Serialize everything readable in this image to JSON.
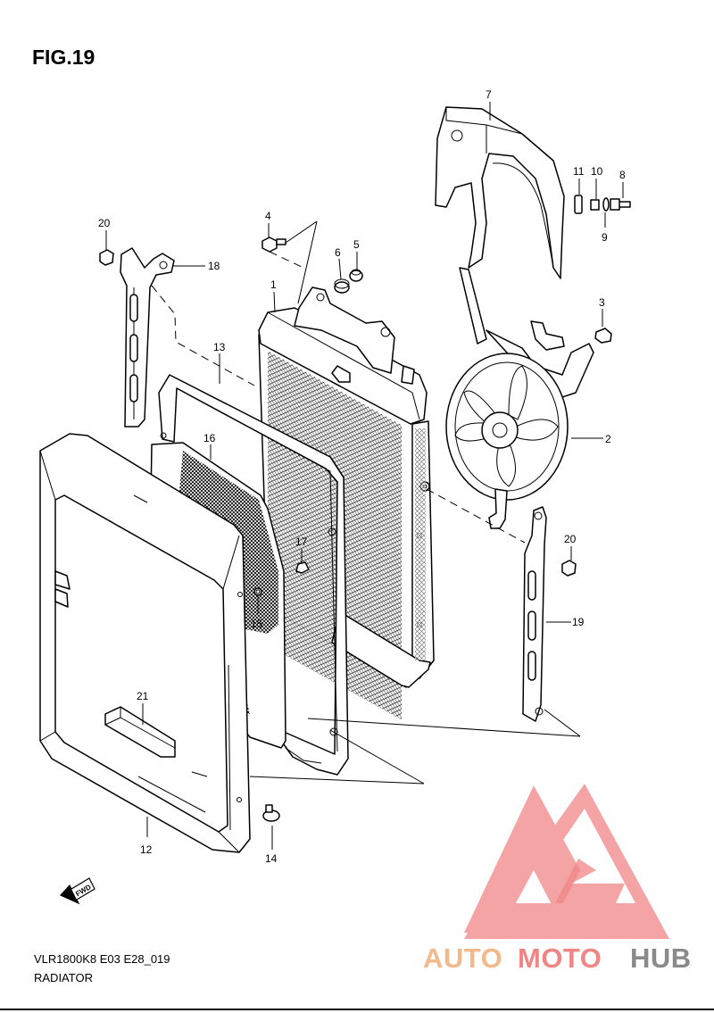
{
  "figure_title": "FIG.19",
  "model_code": "VLR1800K8 E03 E28_019",
  "section_name": "RADIATOR",
  "direction_arrow_text": "FWD",
  "callouts": {
    "c1": "1",
    "c2": "2",
    "c3": "3",
    "c4": "4",
    "c5": "5",
    "c6": "6",
    "c7": "7",
    "c8": "8",
    "c9": "9",
    "c10": "10",
    "c11": "11",
    "c12": "12",
    "c13": "13",
    "c14": "14",
    "c15": "15",
    "c16": "16",
    "c17": "17",
    "c18": "18",
    "c19": "19",
    "c20a": "20",
    "c20b": "20",
    "c21": "21"
  },
  "watermark": {
    "part1": "AUTO",
    "part2": "MOTO",
    "part3": "HUB",
    "color_orange": "#f3b98a",
    "color_red": "#f08585",
    "color_grey": "#8a8a8a"
  }
}
